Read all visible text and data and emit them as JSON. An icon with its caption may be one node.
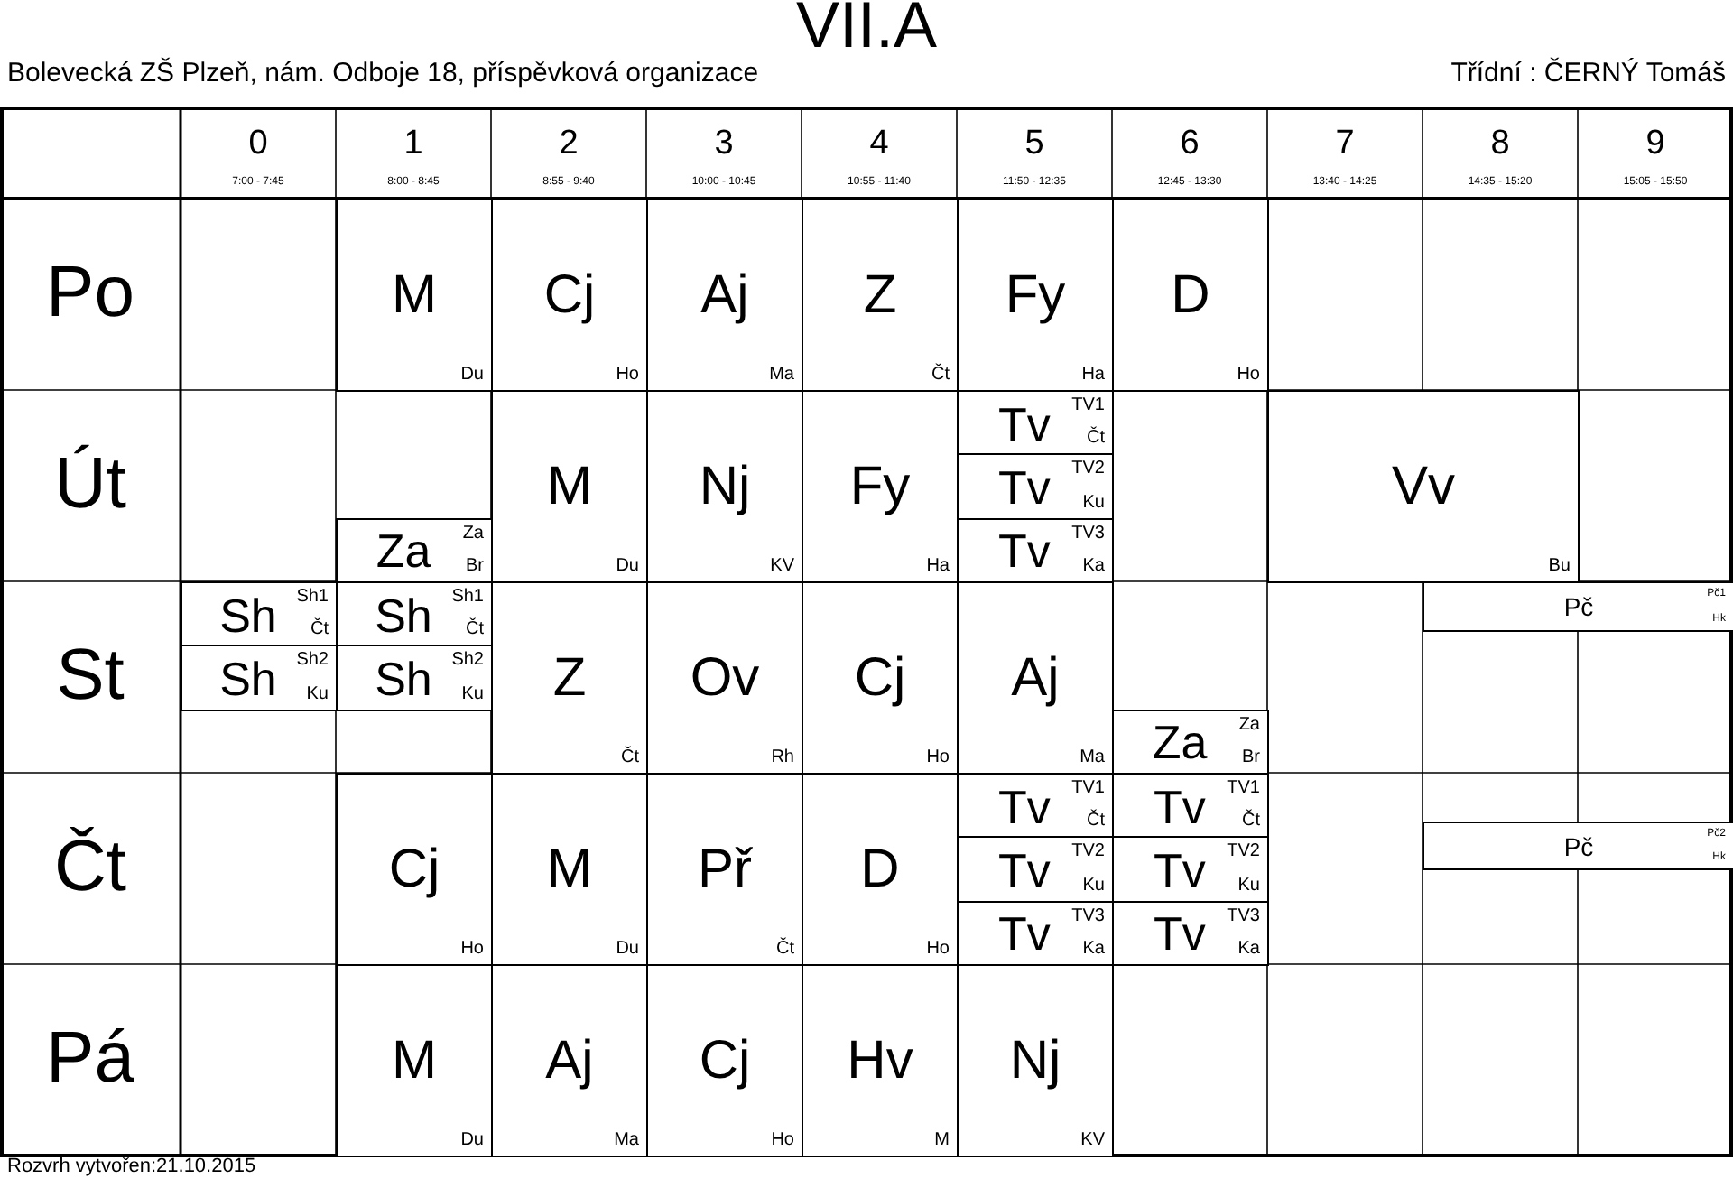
{
  "diagram": {
    "title": "VII.A",
    "nodes": [
      {
        "text": [
          "0",
          "7:00 - 7:45"
        ]
      },
      {
        "text": [
          "1",
          "8:00 - 8:45"
        ]
      },
      {
        "text": [
          "2",
          "8:55 - 9:40"
        ]
      },
      {
        "text": [
          "3",
          "10:00 - 10:45"
        ]
      },
      {
        "text": [
          "4",
          "10:55 - 11:40"
        ]
      },
      {
        "text": [
          "5",
          "11:50 - 12:35"
        ]
      },
      {
        "text": [
          "6",
          "12:45 - 13:30"
        ]
      },
      {
        "text": [
          "7",
          "13:40 - 14:25"
        ]
      },
      {
        "text": [
          "8",
          "14:35 - 15:20"
        ]
      },
      {
        "text": [
          "9",
          "15:05 - 15:50"
        ]
      },
      {
        "text": [
          "Po"
        ]
      },
      {
        "text": [
          "Út"
        ]
      },
      {
        "text": [
          "St"
        ]
      },
      {
        "text": [
          "Čt"
        ]
      },
      {
        "text": [
          "Pá"
        ]
      },
      {
        "text": [
          "M",
          "Du"
        ]
      },
      {
        "text": [
          "Cj",
          "Ho"
        ]
      },
      {
        "text": [
          "Aj",
          "Ma"
        ]
      },
      {
        "text": [
          "Z",
          "Čt"
        ]
      },
      {
        "text": [
          "Fy",
          "Ha"
        ]
      },
      {
        "text": [
          "D",
          "Ho"
        ]
      },
      {
        "text": [
          "Za",
          "Za",
          "Br"
        ]
      },
      {
        "text": [
          "M",
          "Du"
        ]
      },
      {
        "text": [
          "Nj",
          "KV"
        ]
      },
      {
        "text": [
          "Fy",
          "Ha"
        ]
      },
      {
        "text": [
          "Tv",
          "TV1",
          "Čt"
        ]
      },
      {
        "text": [
          "Tv",
          "TV2",
          "Ku"
        ]
      },
      {
        "text": [
          "Tv",
          "TV3",
          "Ka"
        ]
      },
      {
        "text": [
          "Vv",
          "Bu"
        ]
      },
      {
        "text": [
          "Sh",
          "Sh1",
          "Čt"
        ]
      },
      {
        "text": [
          "Sh",
          "Sh2",
          "Ku"
        ]
      },
      {
        "text": [
          "Sh",
          "Sh1",
          "Čt"
        ]
      },
      {
        "text": [
          "Sh",
          "Sh2",
          "Ku"
        ]
      },
      {
        "text": [
          "Z",
          "Čt"
        ]
      },
      {
        "text": [
          "Ov",
          "Rh"
        ]
      },
      {
        "text": [
          "Cj",
          "Ho"
        ]
      },
      {
        "text": [
          "Aj",
          "Ma"
        ]
      },
      {
        "text": [
          "Za",
          "Za",
          "Br"
        ]
      },
      {
        "text": [
          "Pč",
          "Pč1",
          "Hk"
        ]
      },
      {
        "text": [
          "Cj",
          "Ho"
        ]
      },
      {
        "text": [
          "M",
          "Du"
        ]
      },
      {
        "text": [
          "Př",
          "Čt"
        ]
      },
      {
        "text": [
          "D",
          "Ho"
        ]
      },
      {
        "text": [
          "Tv",
          "TV1",
          "Čt"
        ]
      },
      {
        "text": [
          "Tv",
          "TV2",
          "Ku"
        ]
      },
      {
        "text": [
          "Tv",
          "TV3",
          "Ka"
        ]
      },
      {
        "text": [
          "Tv",
          "TV1",
          "Čt"
        ]
      },
      {
        "text": [
          "Tv",
          "TV2",
          "Ku"
        ]
      },
      {
        "text": [
          "Tv",
          "TV3",
          "Ka"
        ]
      },
      {
        "text": [
          "Pč",
          "Pč2",
          "Hk"
        ]
      },
      {
        "text": [
          "M",
          "Du"
        ]
      },
      {
        "text": [
          "Aj",
          "Ma"
        ]
      },
      {
        "text": [
          "Cj",
          "Ho"
        ]
      },
      {
        "text": [
          "Hv",
          "M"
        ]
      },
      {
        "text": [
          "Nj",
          "KV"
        ]
      }
    ],
    "labels": [
      "Bolevecká ZŠ Plzeň, nám. Odboje 18, příspěvková organizace",
      "Třídní : ČERNÝ Tomáš",
      "Rozvrh vytvořen:21.10.2015"
    ]
  }
}
